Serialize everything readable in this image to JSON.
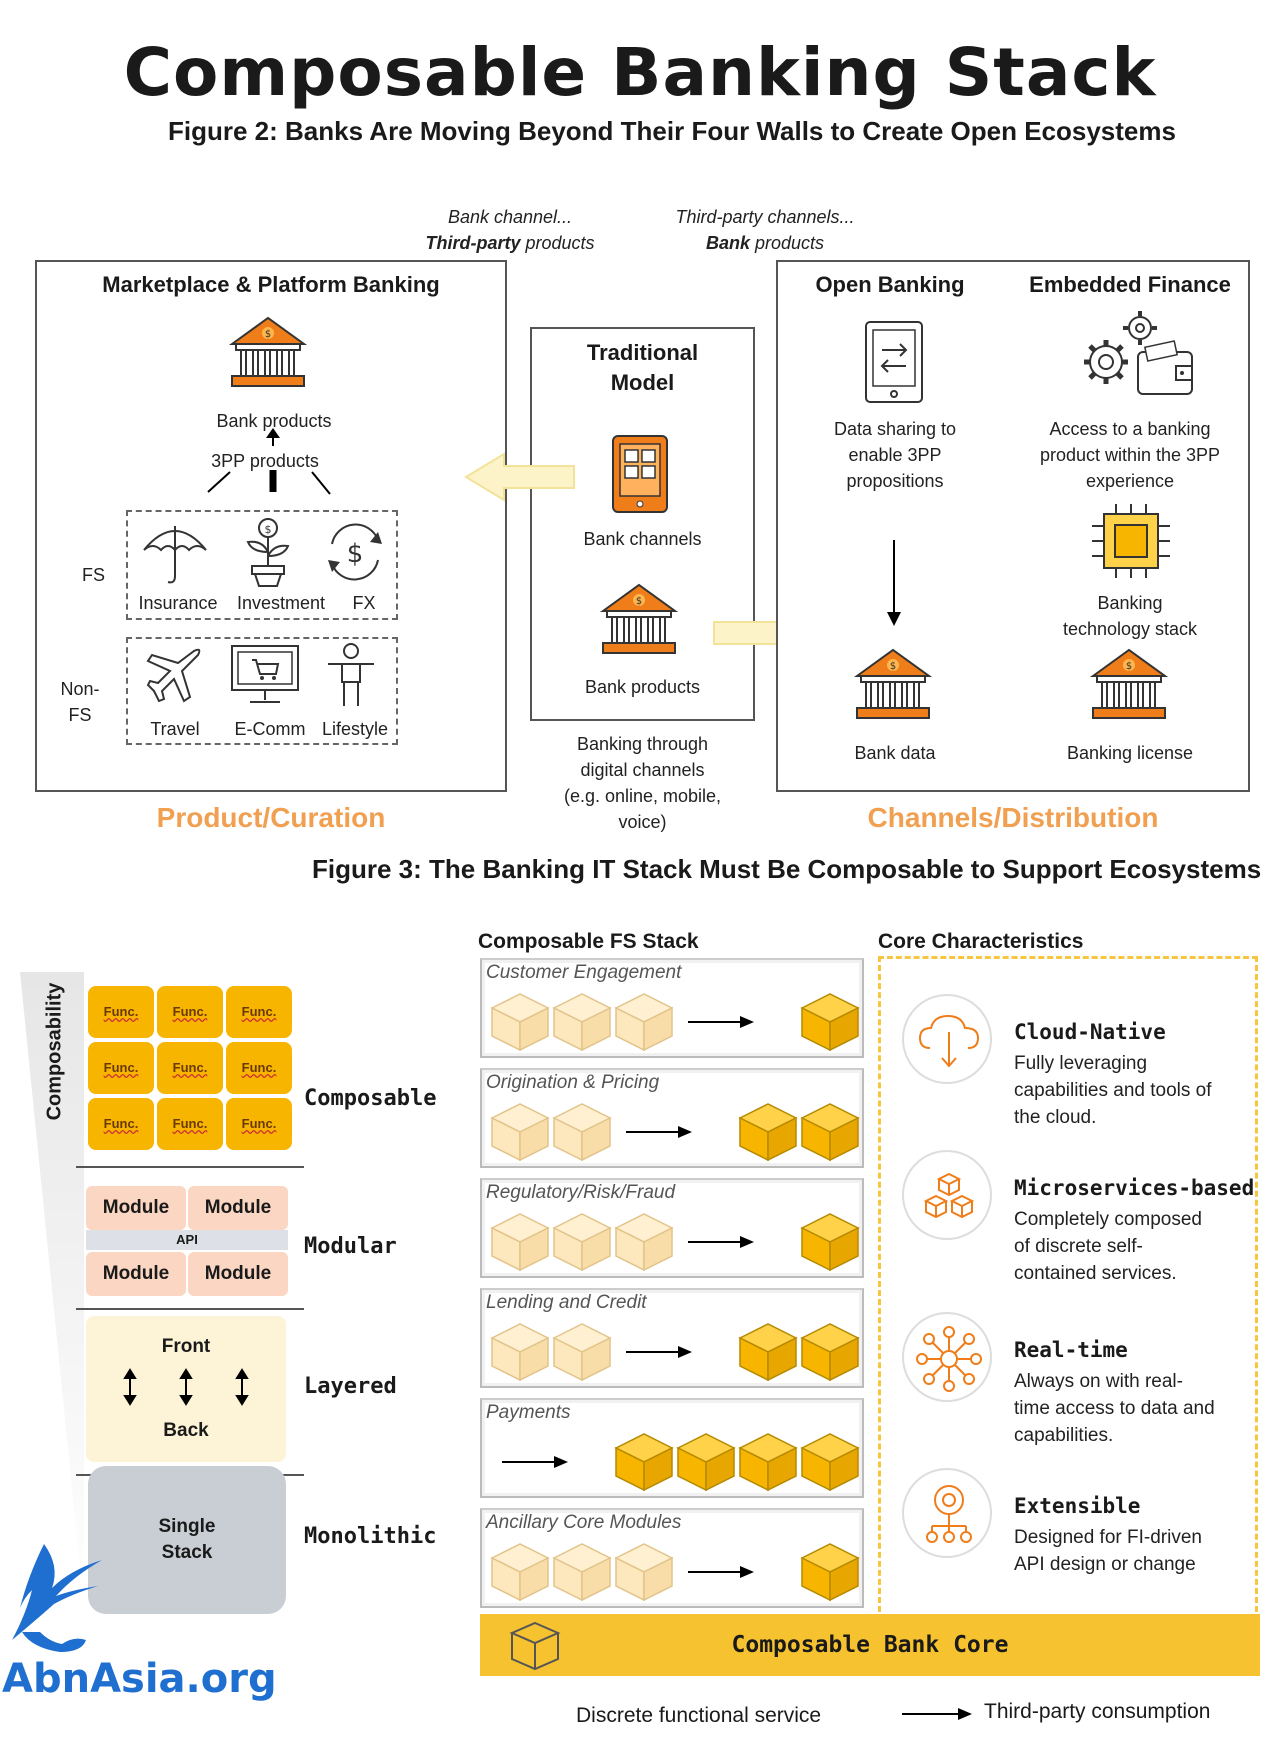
{
  "title": "Composable Banking Stack",
  "figure2": {
    "title": "Figure 2: Banks Are Moving Beyond Their Four Walls to Create Open Ecosystems",
    "header_left_line1": "Bank channel...",
    "header_left_line2_bold": "Third-party",
    "header_left_line2_rest": " products",
    "header_right_line1": "Third-party channels...",
    "header_right_line2_bold": "Bank",
    "header_right_line2_rest": " products",
    "marketplace": {
      "title": "Marketplace & Platform Banking",
      "bank_products": "Bank products",
      "pp3_products": "3PP products",
      "fs_label": "FS",
      "nonfs_label_1": "Non-",
      "nonfs_label_2": "FS",
      "fs_items": [
        "Insurance",
        "Investment",
        "FX"
      ],
      "nonfs_items": [
        "Travel",
        "E-Comm",
        "Lifestyle"
      ]
    },
    "traditional": {
      "title_line1": "Traditional",
      "title_line2": "Model",
      "bank_channels": "Bank channels",
      "bank_products": "Bank products",
      "caption_line1": "Banking through",
      "caption_line2": "digital channels",
      "caption_line3": "(e.g. online, mobile,",
      "caption_line4": "voice)"
    },
    "open_banking": {
      "title": "Open Banking",
      "desc_line1": "Data sharing to",
      "desc_line2": "enable 3PP",
      "desc_line3": "propositions",
      "bank_data": "Bank data"
    },
    "embedded": {
      "title": "Embedded  Finance",
      "desc_line1": "Access to a banking",
      "desc_line2": "product within the 3PP",
      "desc_line3": "experience",
      "tech_line1": "Banking",
      "tech_line2": "technology stack",
      "license": "Banking license"
    },
    "product_curation": "Product/Curation",
    "channels_distribution": "Channels/Distribution"
  },
  "figure3": {
    "title": "Figure 3: The Banking IT Stack Must Be Composable to Support Ecosystems",
    "composability_label": "Composability",
    "func_label": "Func.",
    "module_label": "Module",
    "api_label": "API",
    "front_label": "Front",
    "back_label": "Back",
    "single_stack_line1": "Single",
    "single_stack_line2": "Stack",
    "tiers": [
      "Composable",
      "Modular",
      "Layered",
      "Monolithic"
    ],
    "stack_title": "Composable FS  Stack",
    "stack_rows": [
      {
        "name": "Customer Engagement",
        "discrete": 3,
        "consumption": 1
      },
      {
        "name": "Origination & Pricing",
        "discrete": 2,
        "consumption": 2
      },
      {
        "name": "Regulatory/Risk/Fraud",
        "discrete": 3,
        "consumption": 1
      },
      {
        "name": "Lending and Credit",
        "discrete": 2,
        "consumption": 2
      },
      {
        "name": "Payments",
        "discrete": 0,
        "consumption": 4
      },
      {
        "name": "Ancillary Core Modules",
        "discrete": 3,
        "consumption": 1
      }
    ],
    "core_bar": "Composable  Bank Core",
    "characteristics_title": "Core Characteristics",
    "characteristics": [
      {
        "title": "Cloud-Native",
        "desc": [
          "Fully leveraging",
          "capabilities and tools of",
          "the cloud."
        ],
        "icon": "cloud-icon"
      },
      {
        "title": "Microservices-based",
        "desc": [
          "Completely composed",
          "of discrete  self-",
          "contained services."
        ],
        "icon": "cubes-icon"
      },
      {
        "title": "Real-time",
        "desc": [
          "Always on with real-",
          "time access to data and",
          "capabilities."
        ],
        "icon": "network-icon"
      },
      {
        "title": "Extensible",
        "desc": [
          "Designed for FI-driven",
          "API design or change"
        ],
        "icon": "hierarchy-icon"
      }
    ],
    "legend_discrete": "Discrete  functional  service",
    "legend_thirdparty": "Third-party  consumption"
  },
  "watermark": "AbnAsia.org",
  "colors": {
    "orange": "#f0a050",
    "gold": "#f7b500",
    "pale_cube": "#fde7bd",
    "icon_orange": "#ef7d1a"
  }
}
